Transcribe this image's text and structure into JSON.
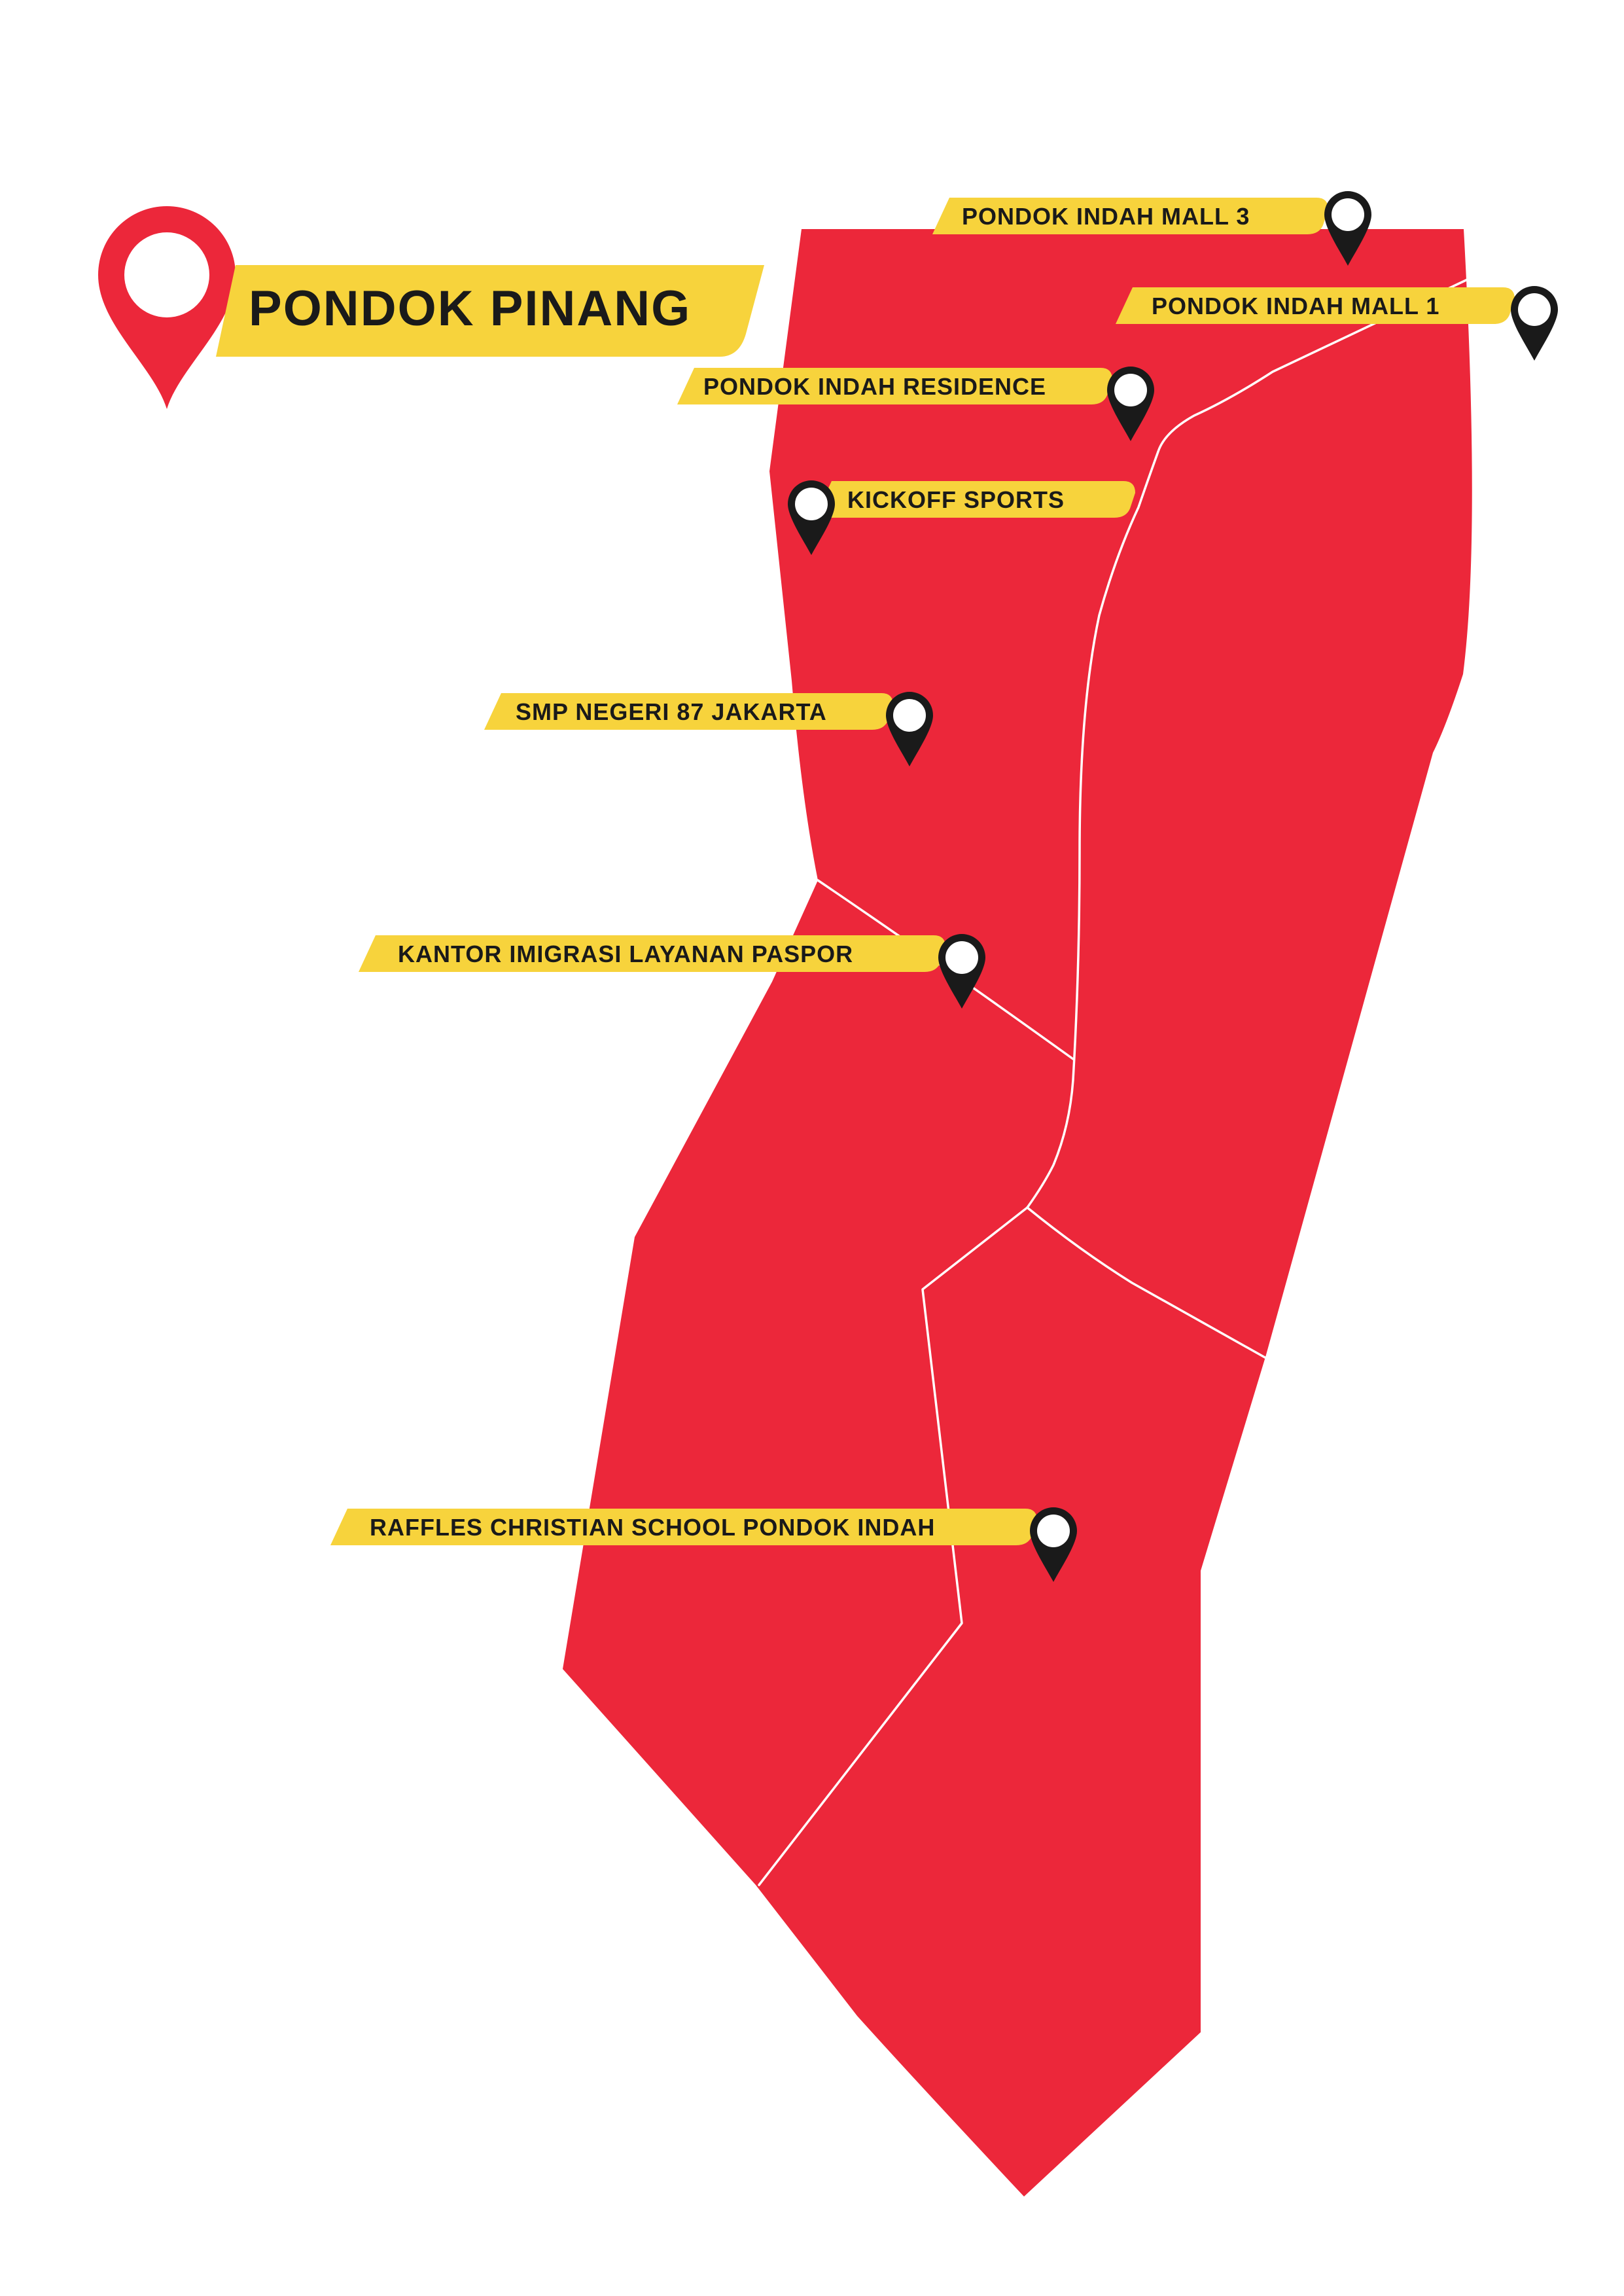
{
  "title": "PONDOK PINANG",
  "colors": {
    "region_fill": "#EC273A",
    "boundary_line": "#ffffff",
    "label_background": "#F7D33C",
    "pin_dark": "#1a1a1a",
    "pin_hole": "#ffffff",
    "title_pin": "#EC273A",
    "text": "#1a1a1a"
  },
  "icons": {
    "title_marker": "location-pin-icon",
    "poi_marker": "location-pin-icon"
  },
  "places": [
    {
      "id": "pim3",
      "name": "PONDOK INDAH MALL 3"
    },
    {
      "id": "pim1",
      "name": "PONDOK INDAH MALL 1"
    },
    {
      "id": "residence",
      "name": "PONDOK INDAH RESIDENCE"
    },
    {
      "id": "kickoff",
      "name": "KICKOFF SPORTS"
    },
    {
      "id": "smp87",
      "name": "SMP NEGERI 87 JAKARTA"
    },
    {
      "id": "imigrasi",
      "name": "KANTOR IMIGRASI LAYANAN PASPOR"
    },
    {
      "id": "raffles",
      "name": "RAFFLES CHRISTIAN SCHOOL PONDOK INDAH"
    }
  ]
}
